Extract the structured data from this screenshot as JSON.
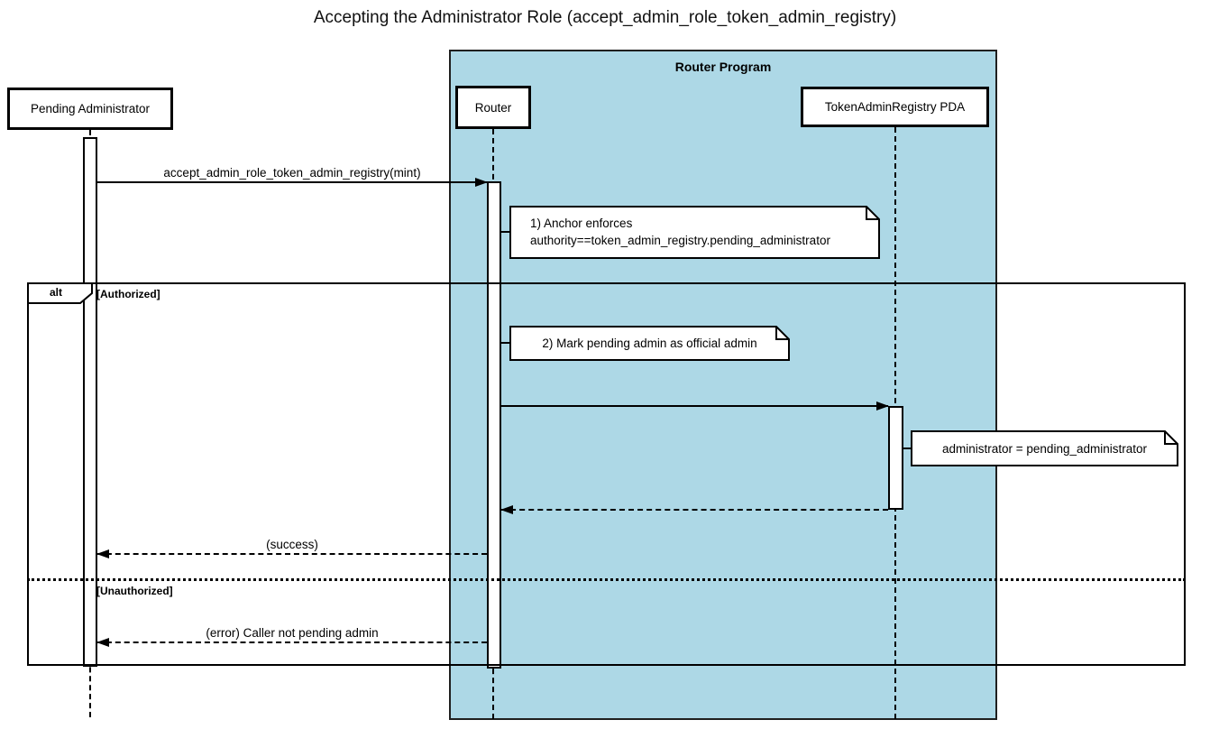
{
  "title": "Accepting the Administrator Role (accept_admin_role_token_admin_registry)",
  "program_frame": {
    "label": "Router Program",
    "bg_color": "#ADD8E6"
  },
  "participants": {
    "pending_admin": "Pending Administrator",
    "router": "Router",
    "pda": "TokenAdminRegistry PDA"
  },
  "alt_frame": {
    "operator": "alt",
    "authorized_guard": "[Authorized]",
    "unauthorized_guard": "[Unauthorized]"
  },
  "messages": {
    "call": "accept_admin_role_token_admin_registry(mint)",
    "success": "(success)",
    "error": "(error) Caller not pending admin"
  },
  "notes": {
    "note1_line1": "1) Anchor enforces",
    "note1_line2": "authority==token_admin_registry.pending_administrator",
    "note2": "2) Mark pending admin as official admin",
    "note3": "administrator = pending_administrator"
  },
  "colors": {
    "program_background": "#ADD8E6",
    "line": "#000000",
    "note_background": "#FFFFFF"
  }
}
